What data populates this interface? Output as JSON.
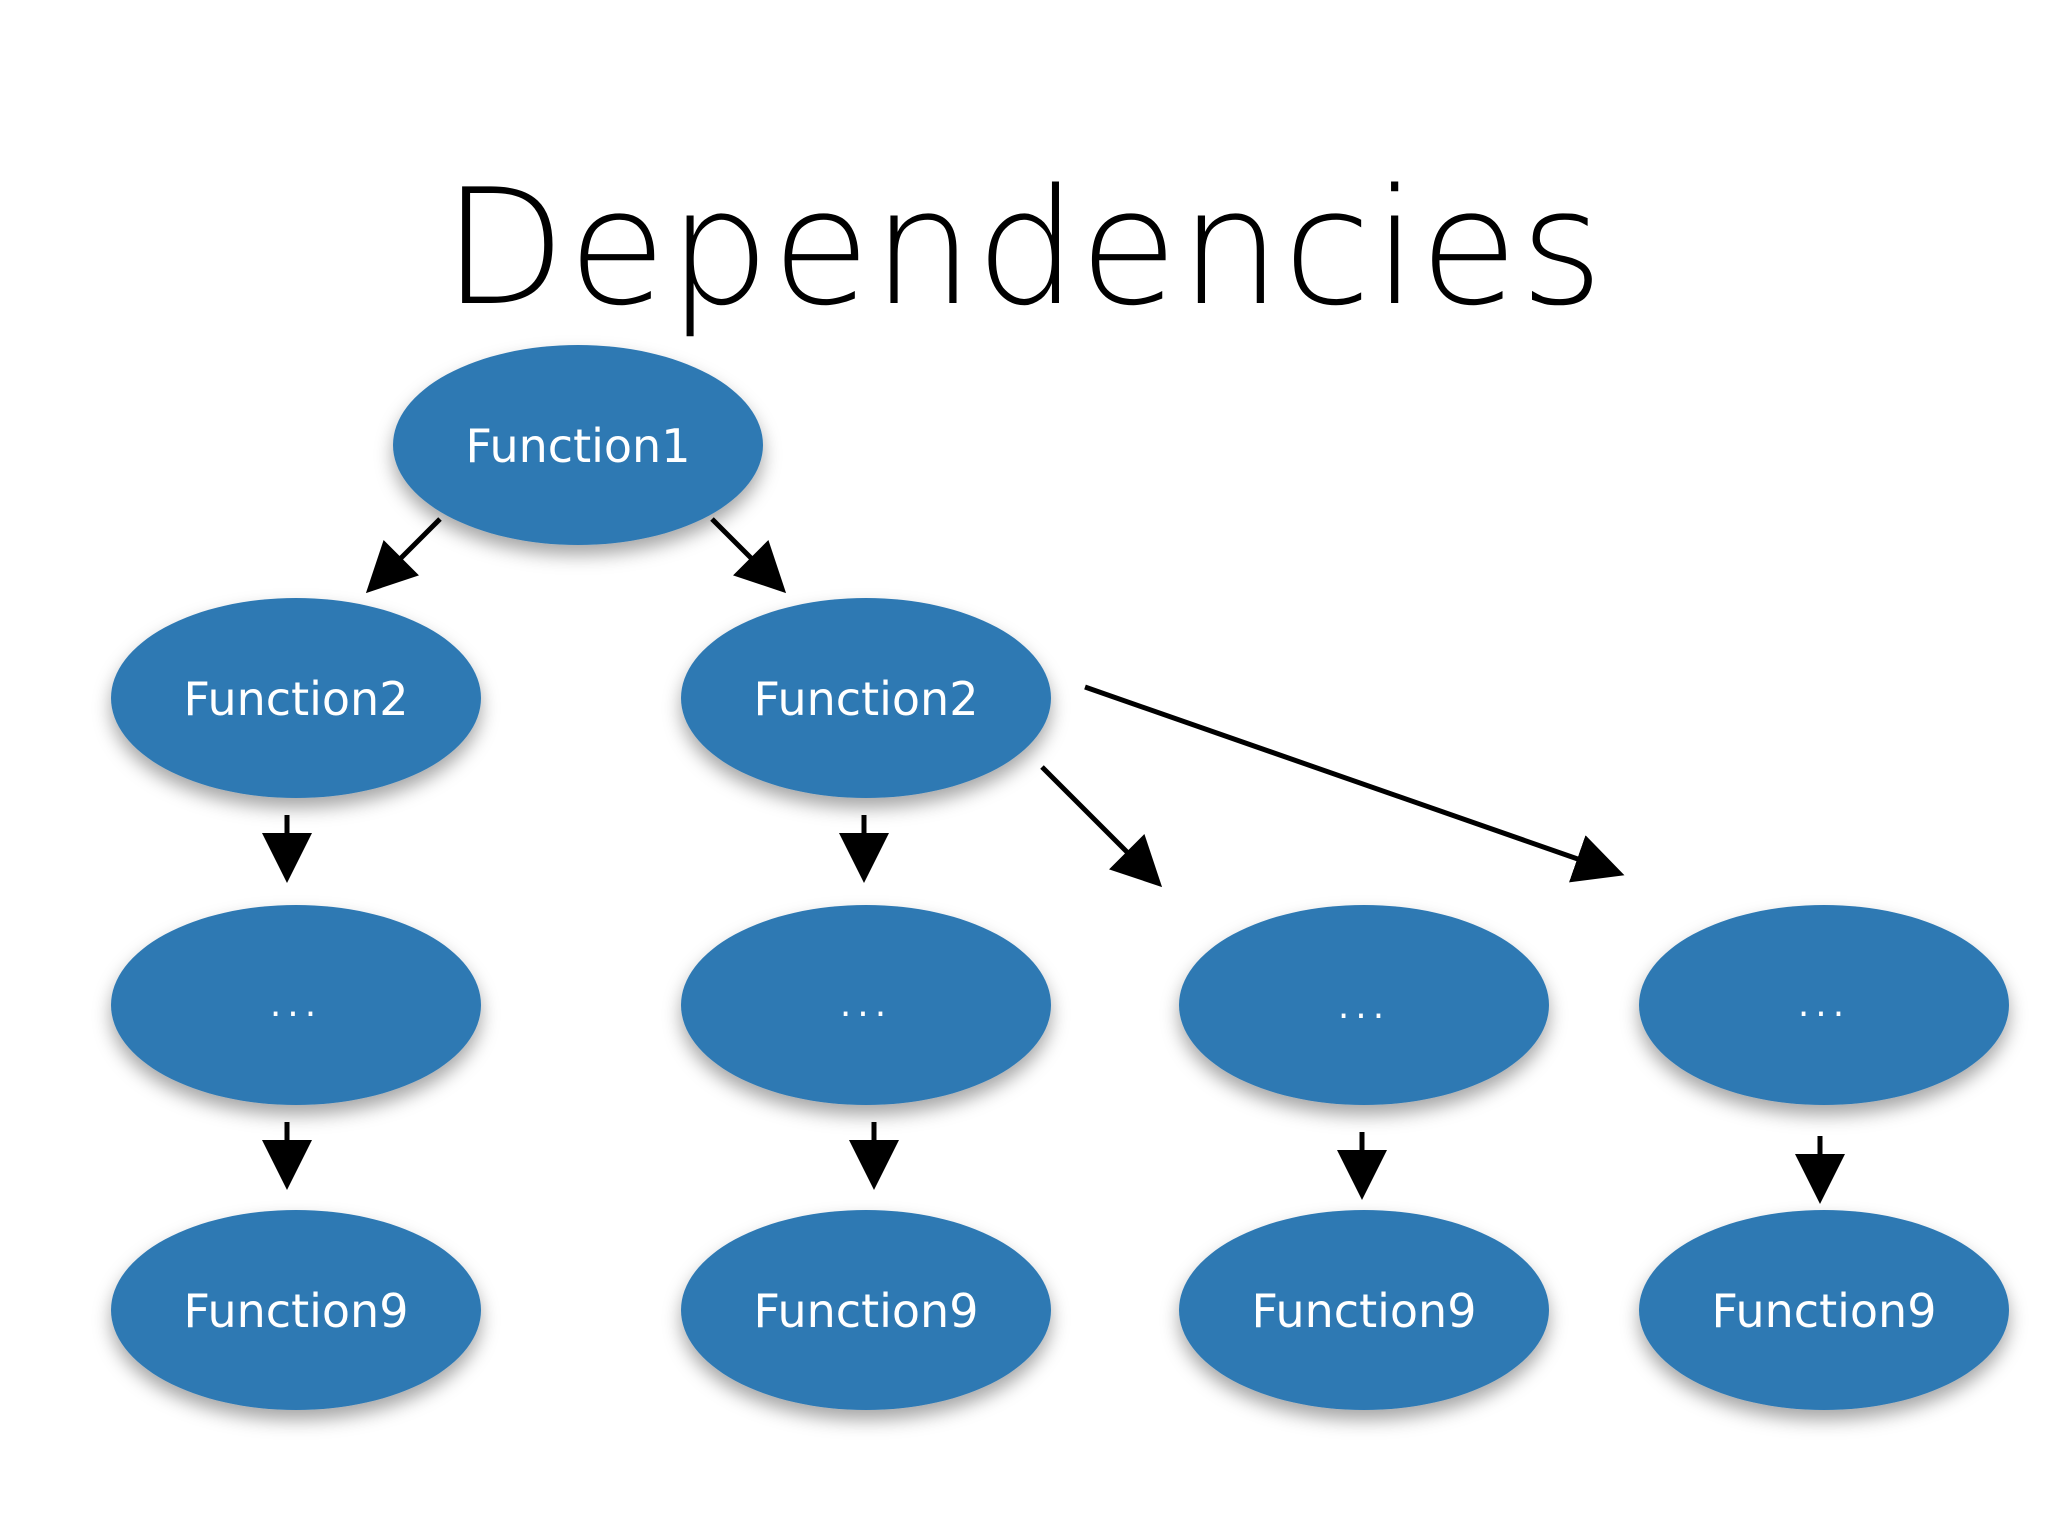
{
  "title": "Dependencies",
  "colors": {
    "node_fill": "#2f79b3",
    "node_text": "#ffffff",
    "edge": "#000000",
    "background": "#ffffff"
  },
  "nodes": [
    {
      "id": "f1",
      "label": "Function1"
    },
    {
      "id": "f2a",
      "label": "Function2"
    },
    {
      "id": "f2b",
      "label": "Function2"
    },
    {
      "id": "dots-a",
      "label": "..."
    },
    {
      "id": "dots-b",
      "label": "..."
    },
    {
      "id": "dots-c",
      "label": "..."
    },
    {
      "id": "dots-d",
      "label": "..."
    },
    {
      "id": "f9a",
      "label": "Function9"
    },
    {
      "id": "f9b",
      "label": "Function9"
    },
    {
      "id": "f9c",
      "label": "Function9"
    },
    {
      "id": "f9d",
      "label": "Function9"
    }
  ],
  "edges": [
    {
      "from": "f1",
      "to": "f2a"
    },
    {
      "from": "f1",
      "to": "f2b"
    },
    {
      "from": "f2a",
      "to": "dots-a"
    },
    {
      "from": "f2b",
      "to": "dots-b"
    },
    {
      "from": "f2b",
      "to": "dots-c"
    },
    {
      "from": "f2b",
      "to": "dots-d"
    },
    {
      "from": "dots-a",
      "to": "f9a"
    },
    {
      "from": "dots-b",
      "to": "f9b"
    },
    {
      "from": "dots-c",
      "to": "f9c"
    },
    {
      "from": "dots-d",
      "to": "f9d"
    }
  ]
}
